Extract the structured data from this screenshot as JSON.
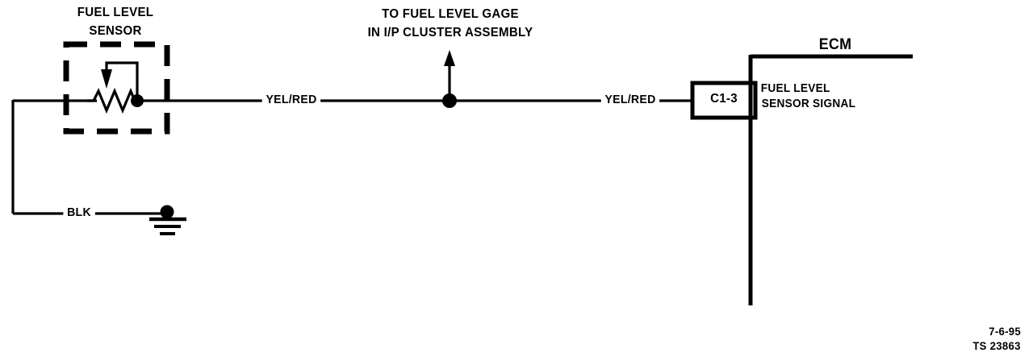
{
  "diagram": {
    "type": "automotive-wiring-schematic",
    "ink_color": "#000000",
    "background_color": "#ffffff",
    "sensor": {
      "title_line1": "FUEL LEVEL",
      "title_line2": "SENSOR",
      "symbol": "variable-resistor-rheostat",
      "enclosure": "dashed-box"
    },
    "branch": {
      "note_line1": "TO FUEL LEVEL GAGE",
      "note_line2": "IN I/P CLUSTER ASSEMBLY",
      "marker": "junction-dot-with-up-arrow"
    },
    "wires": {
      "signal_label_left": "YEL/RED",
      "signal_label_right": "YEL/RED",
      "ground_label": "BLK"
    },
    "connector": {
      "pin_label": "C1-3"
    },
    "ecm": {
      "title": "ECM",
      "signal_line1": "FUEL LEVEL",
      "signal_line2": "SENSOR SIGNAL"
    },
    "stamp": {
      "date": "7-6-95",
      "figure_id": "TS 23863"
    }
  }
}
